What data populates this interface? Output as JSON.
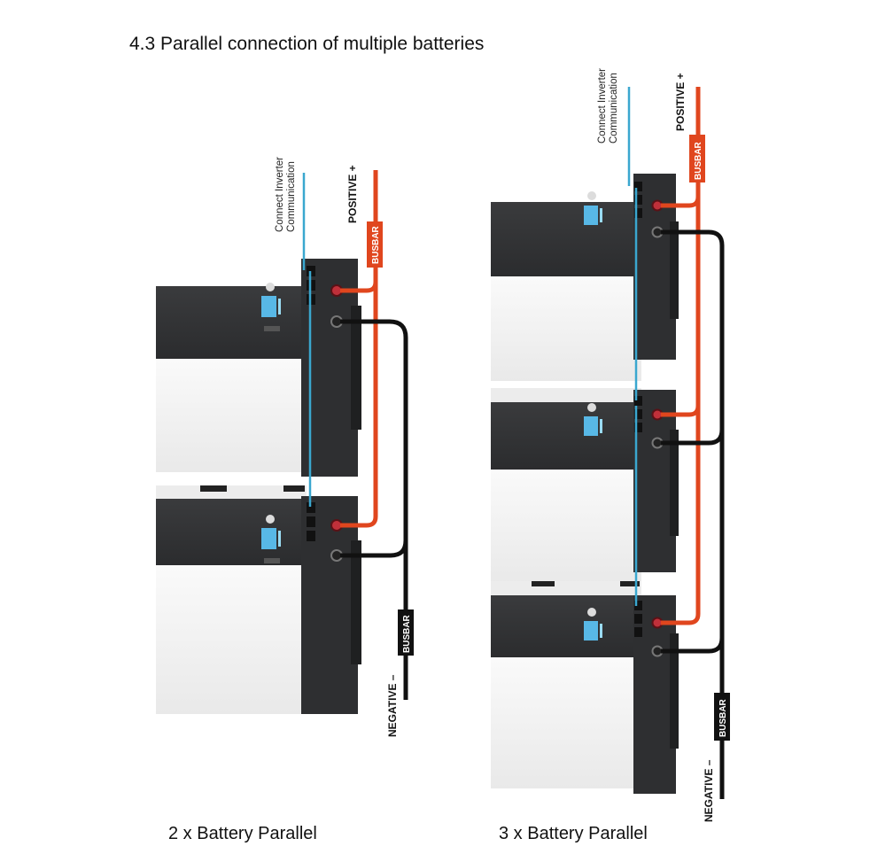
{
  "title": "4.3 Parallel connection of multiple batteries",
  "left_diagram": {
    "caption": "2 x Battery Parallel",
    "comm_label_line1": "Connect Inverter",
    "comm_label_line2": "Communication",
    "positive_label": "POSITIVE +",
    "positive_busbar": "BUSBAR",
    "negative_label": "NEGATIVE –",
    "negative_busbar": "BUSBAR"
  },
  "right_diagram": {
    "caption": "3 x Battery Parallel",
    "comm_label_line1": "Connect Inverter",
    "comm_label_line2": "Communication",
    "positive_label": "POSITIVE +",
    "positive_busbar": "BUSBAR",
    "negative_label": "NEGATIVE –",
    "negative_busbar": "BUSBAR"
  },
  "colors": {
    "positive_cable": "#e0461e",
    "negative_cable": "#111111",
    "comm_cable": "#3aa7cf",
    "battery_front": "#2e2f31",
    "battery_shell": "#f3f3f3",
    "display": "#58b8e6"
  }
}
